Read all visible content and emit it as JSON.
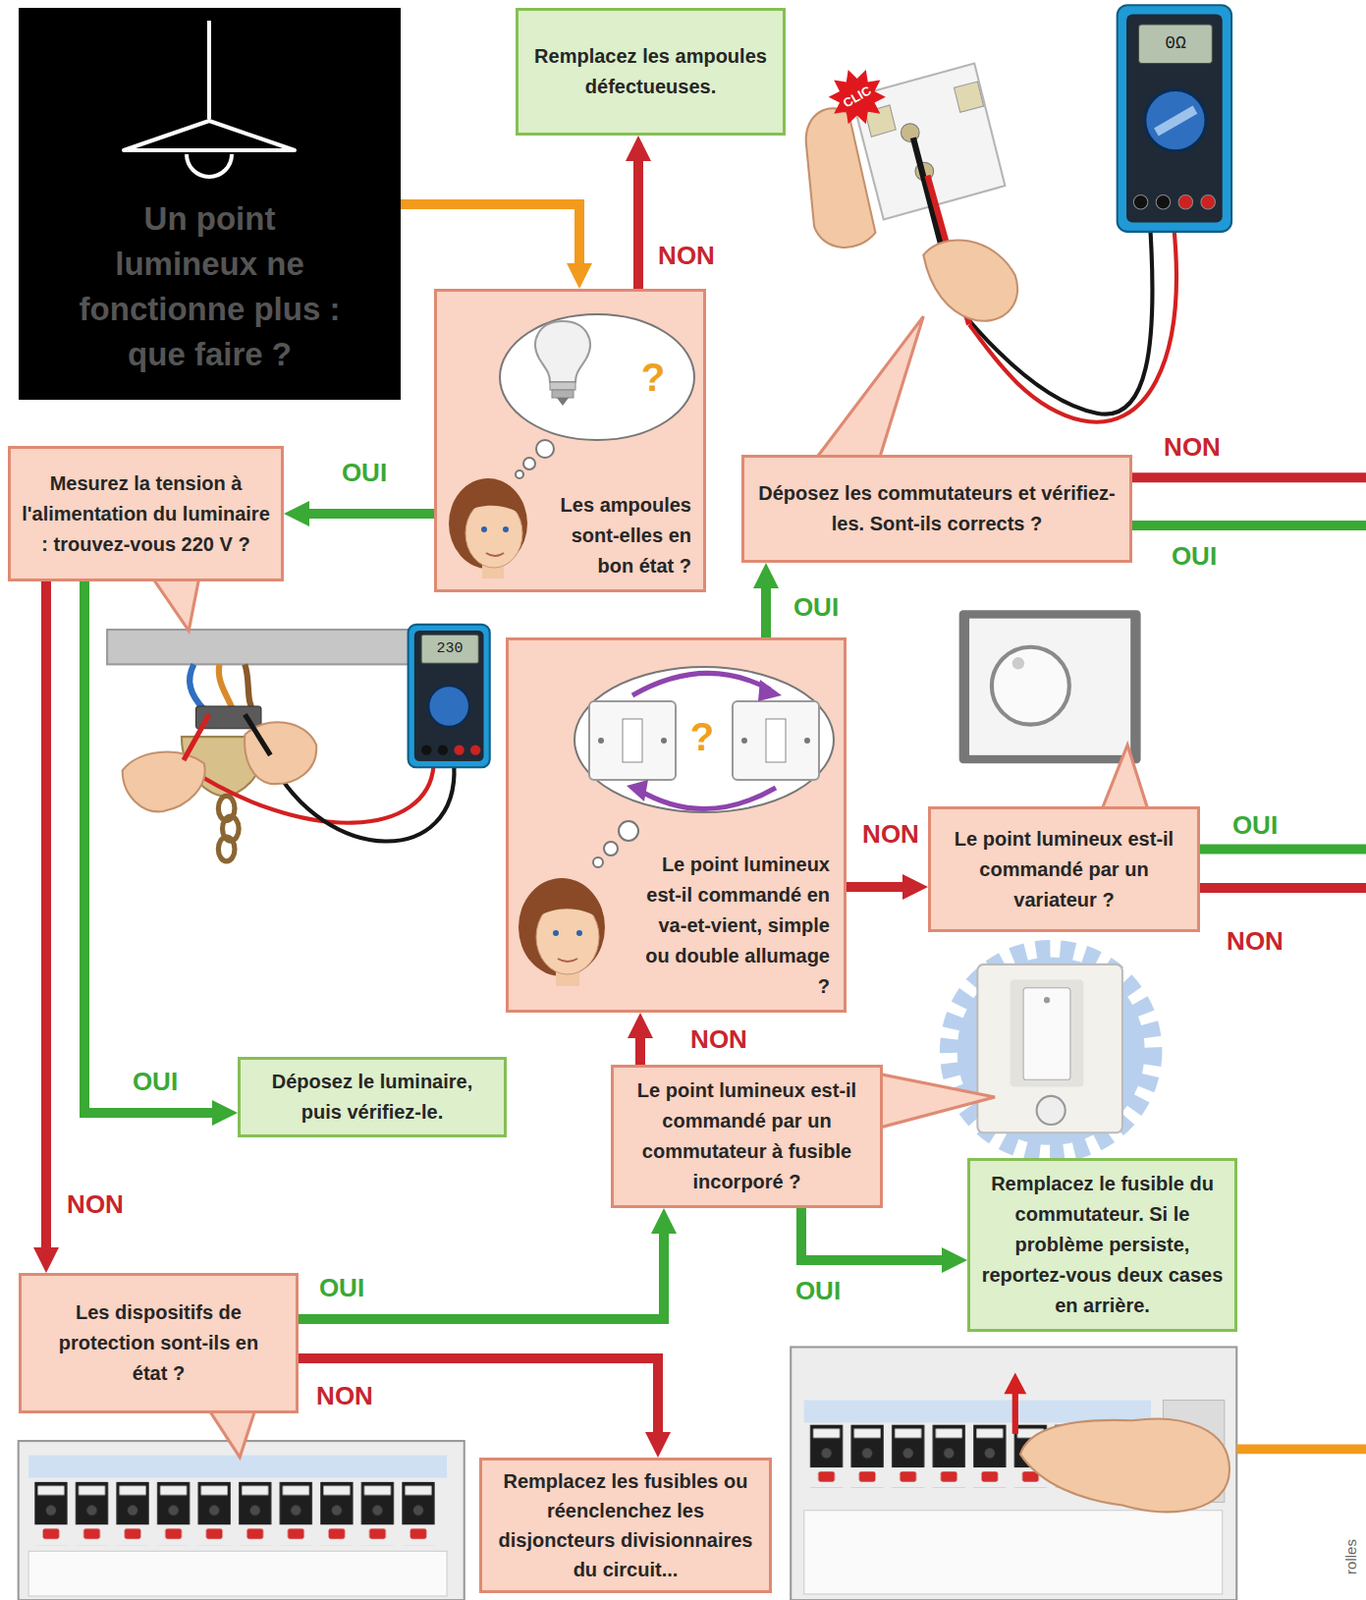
{
  "diagram": {
    "nodes": [
      {
        "text": [
          "Un point lumineux ne fonctionne plus : que faire ?"
        ]
      },
      {
        "text": [
          "Remplacez les ampoules défectueuses."
        ]
      },
      {
        "text": [
          "Les ampoules sont-elles en bon état ?"
        ]
      },
      {
        "text": [
          "Mesurez la tension à l'alimentation du luminaire : trouvez-vous 220 V ?"
        ]
      },
      {
        "text": [
          "Déposez les commutateurs et vérifiez-les. Sont-ils corrects ?"
        ]
      },
      {
        "text": [
          "Le point lumineux est-il commandé en va-et-vient, simple ou double allumage ?"
        ]
      },
      {
        "text": [
          "Le point lumineux est-il commandé par un variateur ?"
        ]
      },
      {
        "text": [
          "Déposez le luminaire, puis vérifiez-le."
        ]
      },
      {
        "text": [
          "Le point lumineux est-il commandé par un commutateur à fusible incorporé ?"
        ]
      },
      {
        "text": [
          "Remplacez le fusible du commutateur. Si le problème persiste, reportez-vous deux cases en arrière."
        ]
      },
      {
        "text": [
          "Les dispositifs de protection sont-ils en état ?"
        ]
      },
      {
        "text": [
          "Remplacez les fusibles ou réenclenchez les disjoncteurs divisionnaires du circuit..."
        ]
      }
    ],
    "edges": [
      {
        "from": 0,
        "to": 2,
        "arrow": "to"
      },
      {
        "from": 2,
        "to": 1,
        "label": "NON",
        "arrow": "to"
      },
      {
        "from": 2,
        "to": 3,
        "label": "OUI",
        "arrow": "to"
      },
      {
        "from": 3,
        "to": 7,
        "label": "OUI",
        "arrow": "to"
      },
      {
        "from": 3,
        "to": 10,
        "label": "NON",
        "arrow": "to"
      },
      {
        "from": 10,
        "to": 8,
        "label": "OUI",
        "arrow": "to"
      },
      {
        "from": 10,
        "to": 11,
        "label": "NON",
        "arrow": "to"
      },
      {
        "from": 8,
        "to": 5,
        "label": "NON",
        "arrow": "to"
      },
      {
        "from": 8,
        "to": 9,
        "label": "OUI",
        "arrow": "to"
      },
      {
        "from": 5,
        "to": 4,
        "label": "OUI",
        "arrow": "to"
      },
      {
        "from": 5,
        "to": 6,
        "label": "NON",
        "arrow": "to"
      }
    ],
    "labels": [
      "0Ω",
      "CLIC",
      "?",
      "NON",
      "OUI",
      "230",
      "?",
      "OUI",
      "NON",
      "rolles"
    ]
  }
}
